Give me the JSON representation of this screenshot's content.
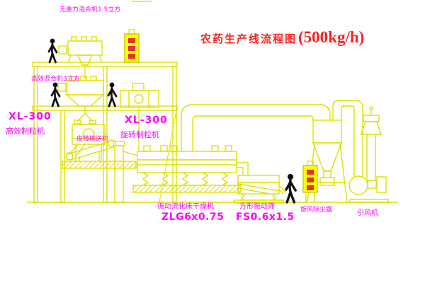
{
  "title": {
    "text": "农药生产线流程图",
    "capacity": "(500kg/h)"
  },
  "equipment_labels": {
    "gravity_mixer": "无重力混合机1.5立方",
    "high_efficiency_mixer": "高效混合机3立方",
    "granulator_left": {
      "model": "XL-300",
      "name": "高效制粒机"
    },
    "granulator_mid": {
      "model": "XL-300",
      "name": "旋转制粒机"
    },
    "belt_conveyor": "皮带输送机",
    "fluid_bed_dryer": {
      "name": "振动流化床干燥机",
      "model": "ZLG6x0.75"
    },
    "vibrating_screen": {
      "name": "方形振动筛",
      "model": "FS0.6x1.5"
    },
    "cyclone": "旋风除尘器",
    "induced_draft_fan": "引风机"
  },
  "colors": {
    "line_yellow": "#e0e000",
    "label_magenta": "#ff00ff",
    "title_red": "#ff2020",
    "cabinet_yellow": "#ffff00",
    "figure_black": "#111111"
  }
}
